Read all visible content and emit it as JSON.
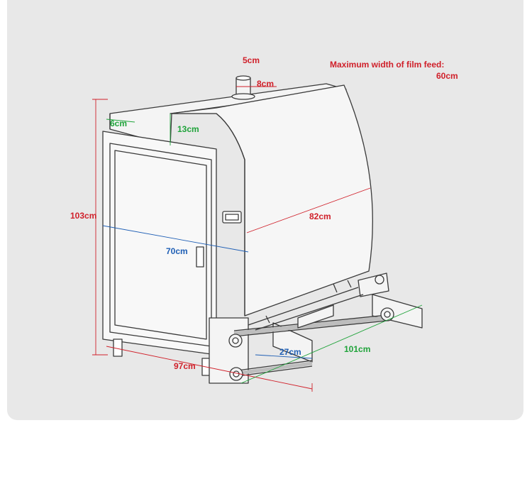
{
  "colors": {
    "panel_bg": "#e8e8e8",
    "outline": "#3a3a3a",
    "dim_red": "#d0202a",
    "dim_green": "#1fa33a",
    "dim_blue": "#1f5fb5"
  },
  "annotation": {
    "line1": "Maximum width of film feed:",
    "line2": "60cm"
  },
  "dimensions": {
    "outlet_diameter": "5cm",
    "outlet_height": "8cm",
    "top_gap": "6cm",
    "side_step": "13cm",
    "total_height": "103cm",
    "body_length": "82cm",
    "door_width": "70cm",
    "base_width": "97cm",
    "roller_gap": "27cm",
    "total_length": "101cm"
  }
}
